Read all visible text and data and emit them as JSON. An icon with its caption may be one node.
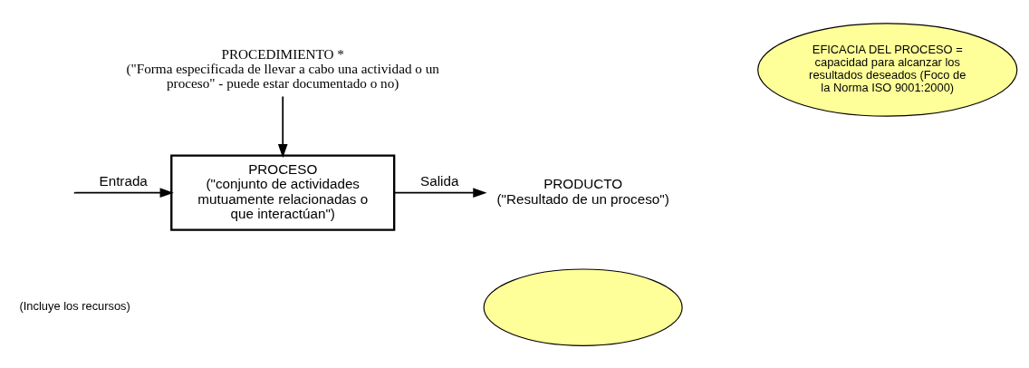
{
  "diagram": {
    "nodes": [
      {
        "text": [
          "PROCEDIMIENTO *",
          "(\"Forma especificada de llevar a cabo una actividad o un proceso\" - puede estar documentado o no)"
        ]
      },
      {
        "text": [
          "PROCESO",
          "(\"conjunto de actividades mutuamente relacionadas o que interactúan\")"
        ]
      },
      {
        "text": [
          "PRODUCTO",
          "(\"Resultado de un proceso\")"
        ]
      },
      {
        "text": [
          "EFICACIA DEL PROCESO = capacidad para alcanzar los resultados deseados (Foco de la Norma ISO 9001:2000)"
        ]
      },
      {
        "text": [],
        "shape": "cloud"
      }
    ],
    "edges": [
      {
        "from": 0,
        "to": 1,
        "arrow": "to"
      },
      {
        "from": null,
        "to": 1,
        "label": "Entrada",
        "arrow": "to"
      },
      {
        "from": 1,
        "to": 2,
        "label": "Salida",
        "arrow": "to"
      }
    ],
    "labels": [
      "(Incluye los recursos)"
    ]
  }
}
